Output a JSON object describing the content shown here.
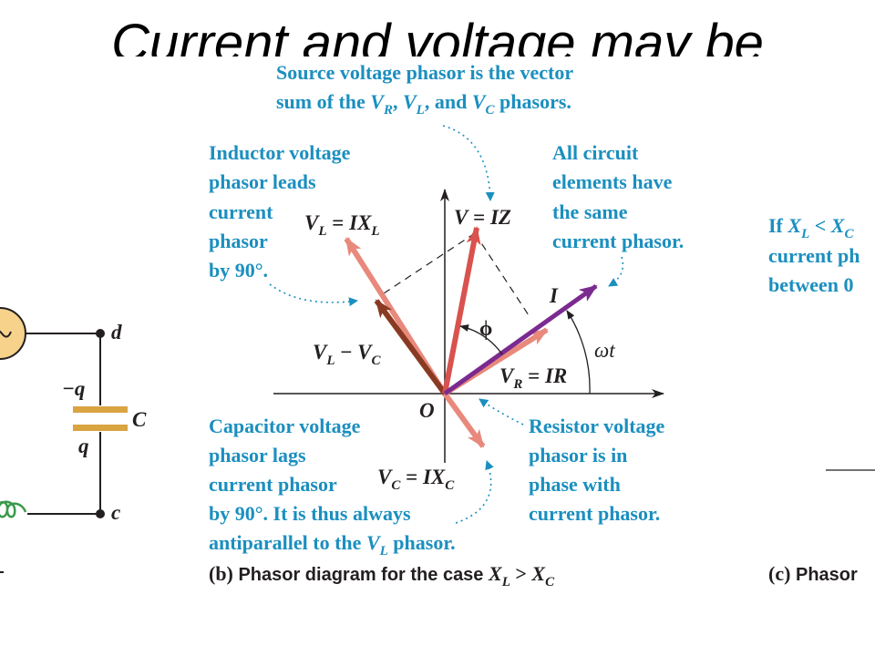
{
  "slide": {
    "title": "Current and voltage may be"
  },
  "callouts": {
    "source_line1": "Source voltage phasor is the vector",
    "source_line2_pre": "sum of the ",
    "source_line2_mid1": ", ",
    "source_line2_mid2": ", and ",
    "source_line2_post": " phasors.",
    "inductor_lines": [
      "Inductor voltage",
      "phasor leads",
      "current",
      "phasor",
      "by 90°."
    ],
    "all_lines": [
      "All circuit",
      "elements have",
      "the same",
      "current phasor."
    ],
    "capacitor_lines": [
      "Capacitor voltage",
      "phasor lags",
      "current phasor",
      "by 90°. It is thus always"
    ],
    "capacitor_last_pre": "antiparallel to the ",
    "capacitor_last_post": " phasor.",
    "resistor_lines": [
      "Resistor voltage",
      "phasor is in",
      "phase with",
      "current phasor."
    ],
    "right_line1_pre": "If ",
    "right_line2": "current ph",
    "right_line3": "between 0"
  },
  "symbols": {
    "V": "V",
    "I": "I",
    "X": "X",
    "Z": "Z",
    "O": "O",
    "R": "R",
    "L": "L",
    "C": "C",
    "eq": " = ",
    "minus": " − ",
    "lt": " < ",
    "gt": " > ",
    "phi": "ϕ",
    "omega_t": "ωt"
  },
  "circuit": {
    "node_d": "d",
    "node_c": "c",
    "charge_neg": "−q",
    "charge_pos": "q",
    "cap_label": "C"
  },
  "captions": {
    "b_tag": "(b)",
    "b_text": " Phasor diagram for the case ",
    "c_tag": "(c)",
    "c_text": " Phasor"
  }
}
